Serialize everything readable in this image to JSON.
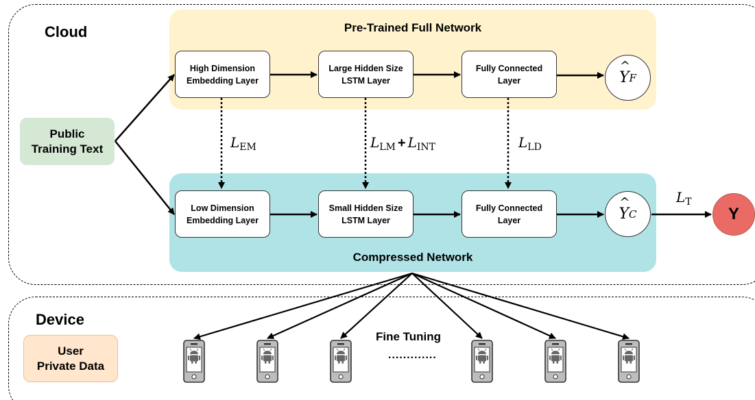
{
  "regions": {
    "cloud": "Cloud",
    "device": "Device"
  },
  "panels": {
    "full": {
      "title": "Pre-Trained Full Network",
      "fill": "#fff2cc"
    },
    "compressed": {
      "title": "Compressed Network",
      "fill": "#b0e3e6"
    }
  },
  "inputs": {
    "public": {
      "label": "Public\nTraining Text",
      "fill": "#d5e8d4",
      "border": "#d5e8d4"
    },
    "private": {
      "label": "User\nPrivate Data",
      "fill": "#ffe6cc",
      "border": "#f0c090"
    }
  },
  "full_layers": {
    "embedding": "High Dimension\nEmbedding Layer",
    "lstm": "Large Hidden Size\nLSTM Layer",
    "fc": "Fully Connected\nLayer"
  },
  "compressed_layers": {
    "embedding": "Low Dimension\nEmbedding Layer",
    "lstm": "Small Hidden Size\nLSTM Layer",
    "fc": "Fully Connected\nLayer"
  },
  "outputs": {
    "full": {
      "symbol": "Y",
      "hat": "^",
      "sub": "F"
    },
    "compressed": {
      "symbol": "Y",
      "hat": "^",
      "sub": "C"
    },
    "target": {
      "label": "Y",
      "fill": "#ea6b66"
    }
  },
  "losses": {
    "em": {
      "symbol": "L",
      "sub": "EM"
    },
    "lm_int": {
      "symbol1": "L",
      "sub1": "LM",
      "plus": "+",
      "symbol2": "L",
      "sub2": "INT"
    },
    "ld": {
      "symbol": "L",
      "sub": "LD"
    },
    "t": {
      "symbol": "L",
      "sub": "T"
    }
  },
  "device": {
    "fine_tuning": "Fine Tuning",
    "ellipsis": ".............",
    "phone_count": 6
  }
}
